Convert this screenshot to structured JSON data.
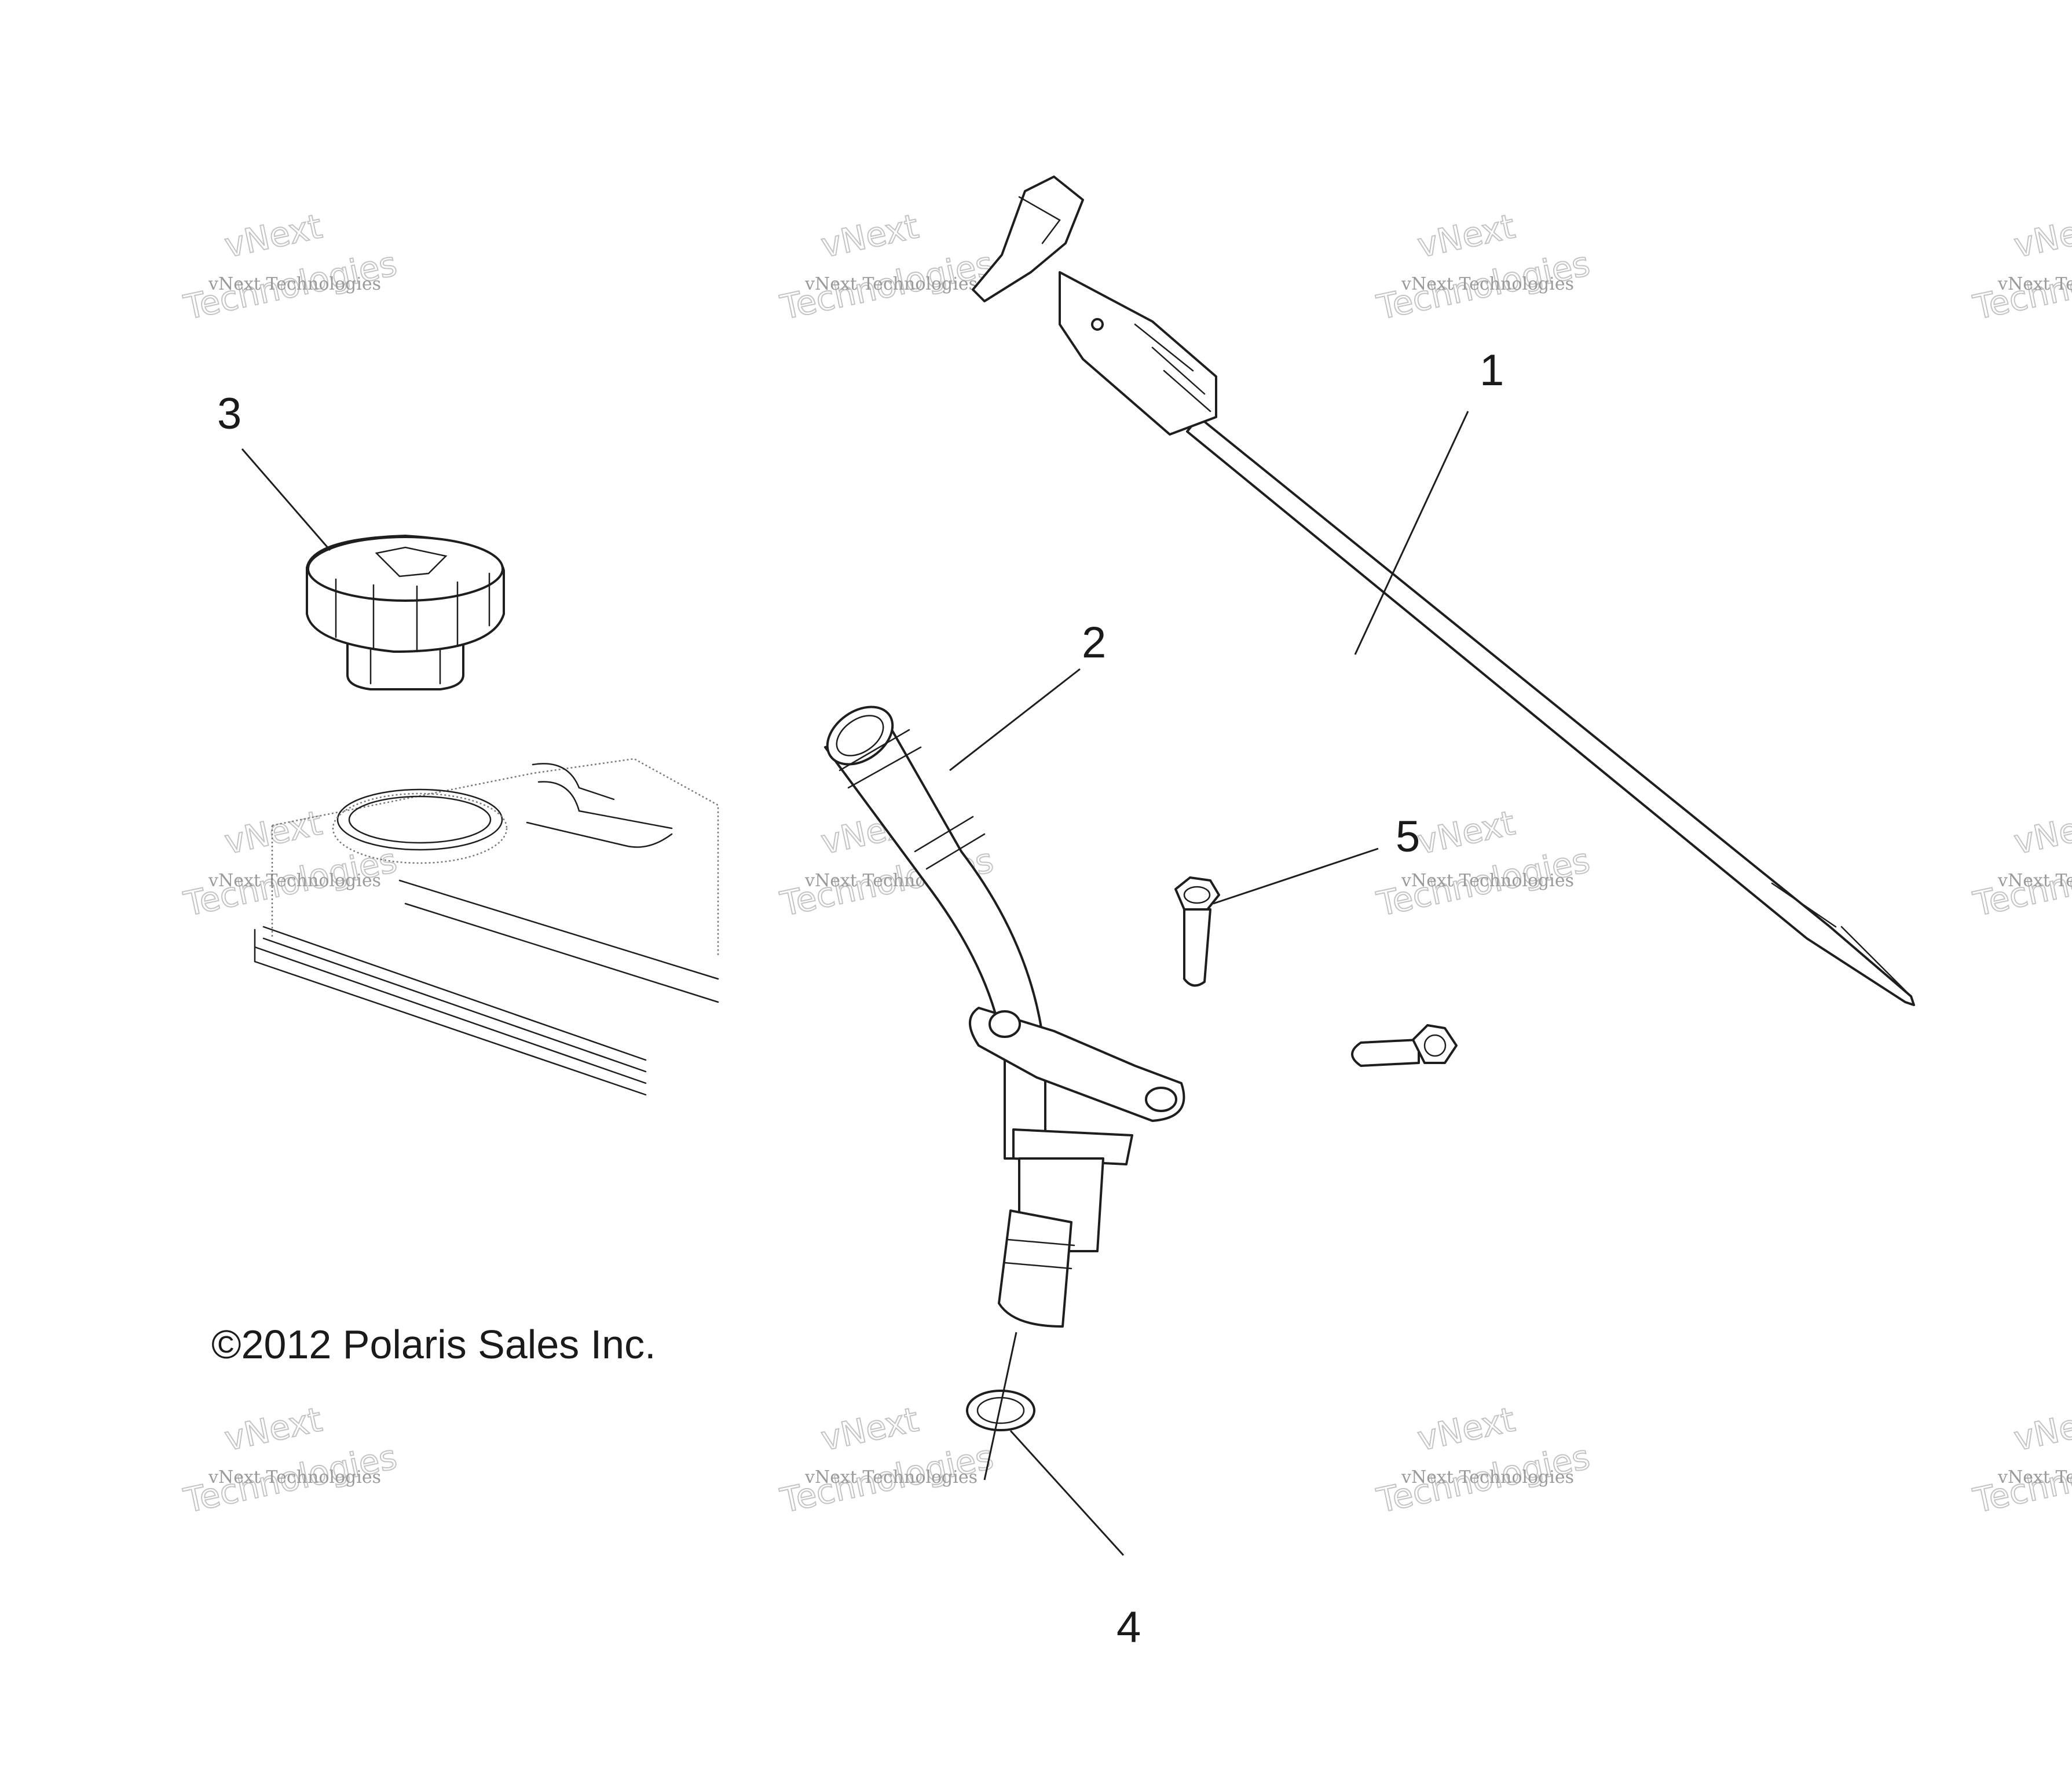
{
  "callouts": [
    {
      "id": "1",
      "label": "1"
    },
    {
      "id": "2",
      "label": "2"
    },
    {
      "id": "3",
      "label": "3"
    },
    {
      "id": "4",
      "label": "4"
    },
    {
      "id": "5",
      "label": "5"
    }
  ],
  "copyright": "©2012 Polaris Sales Inc.",
  "watermark": {
    "small": "vNext Technologies",
    "big_top": "vNext",
    "big_bottom": "Technologies"
  }
}
